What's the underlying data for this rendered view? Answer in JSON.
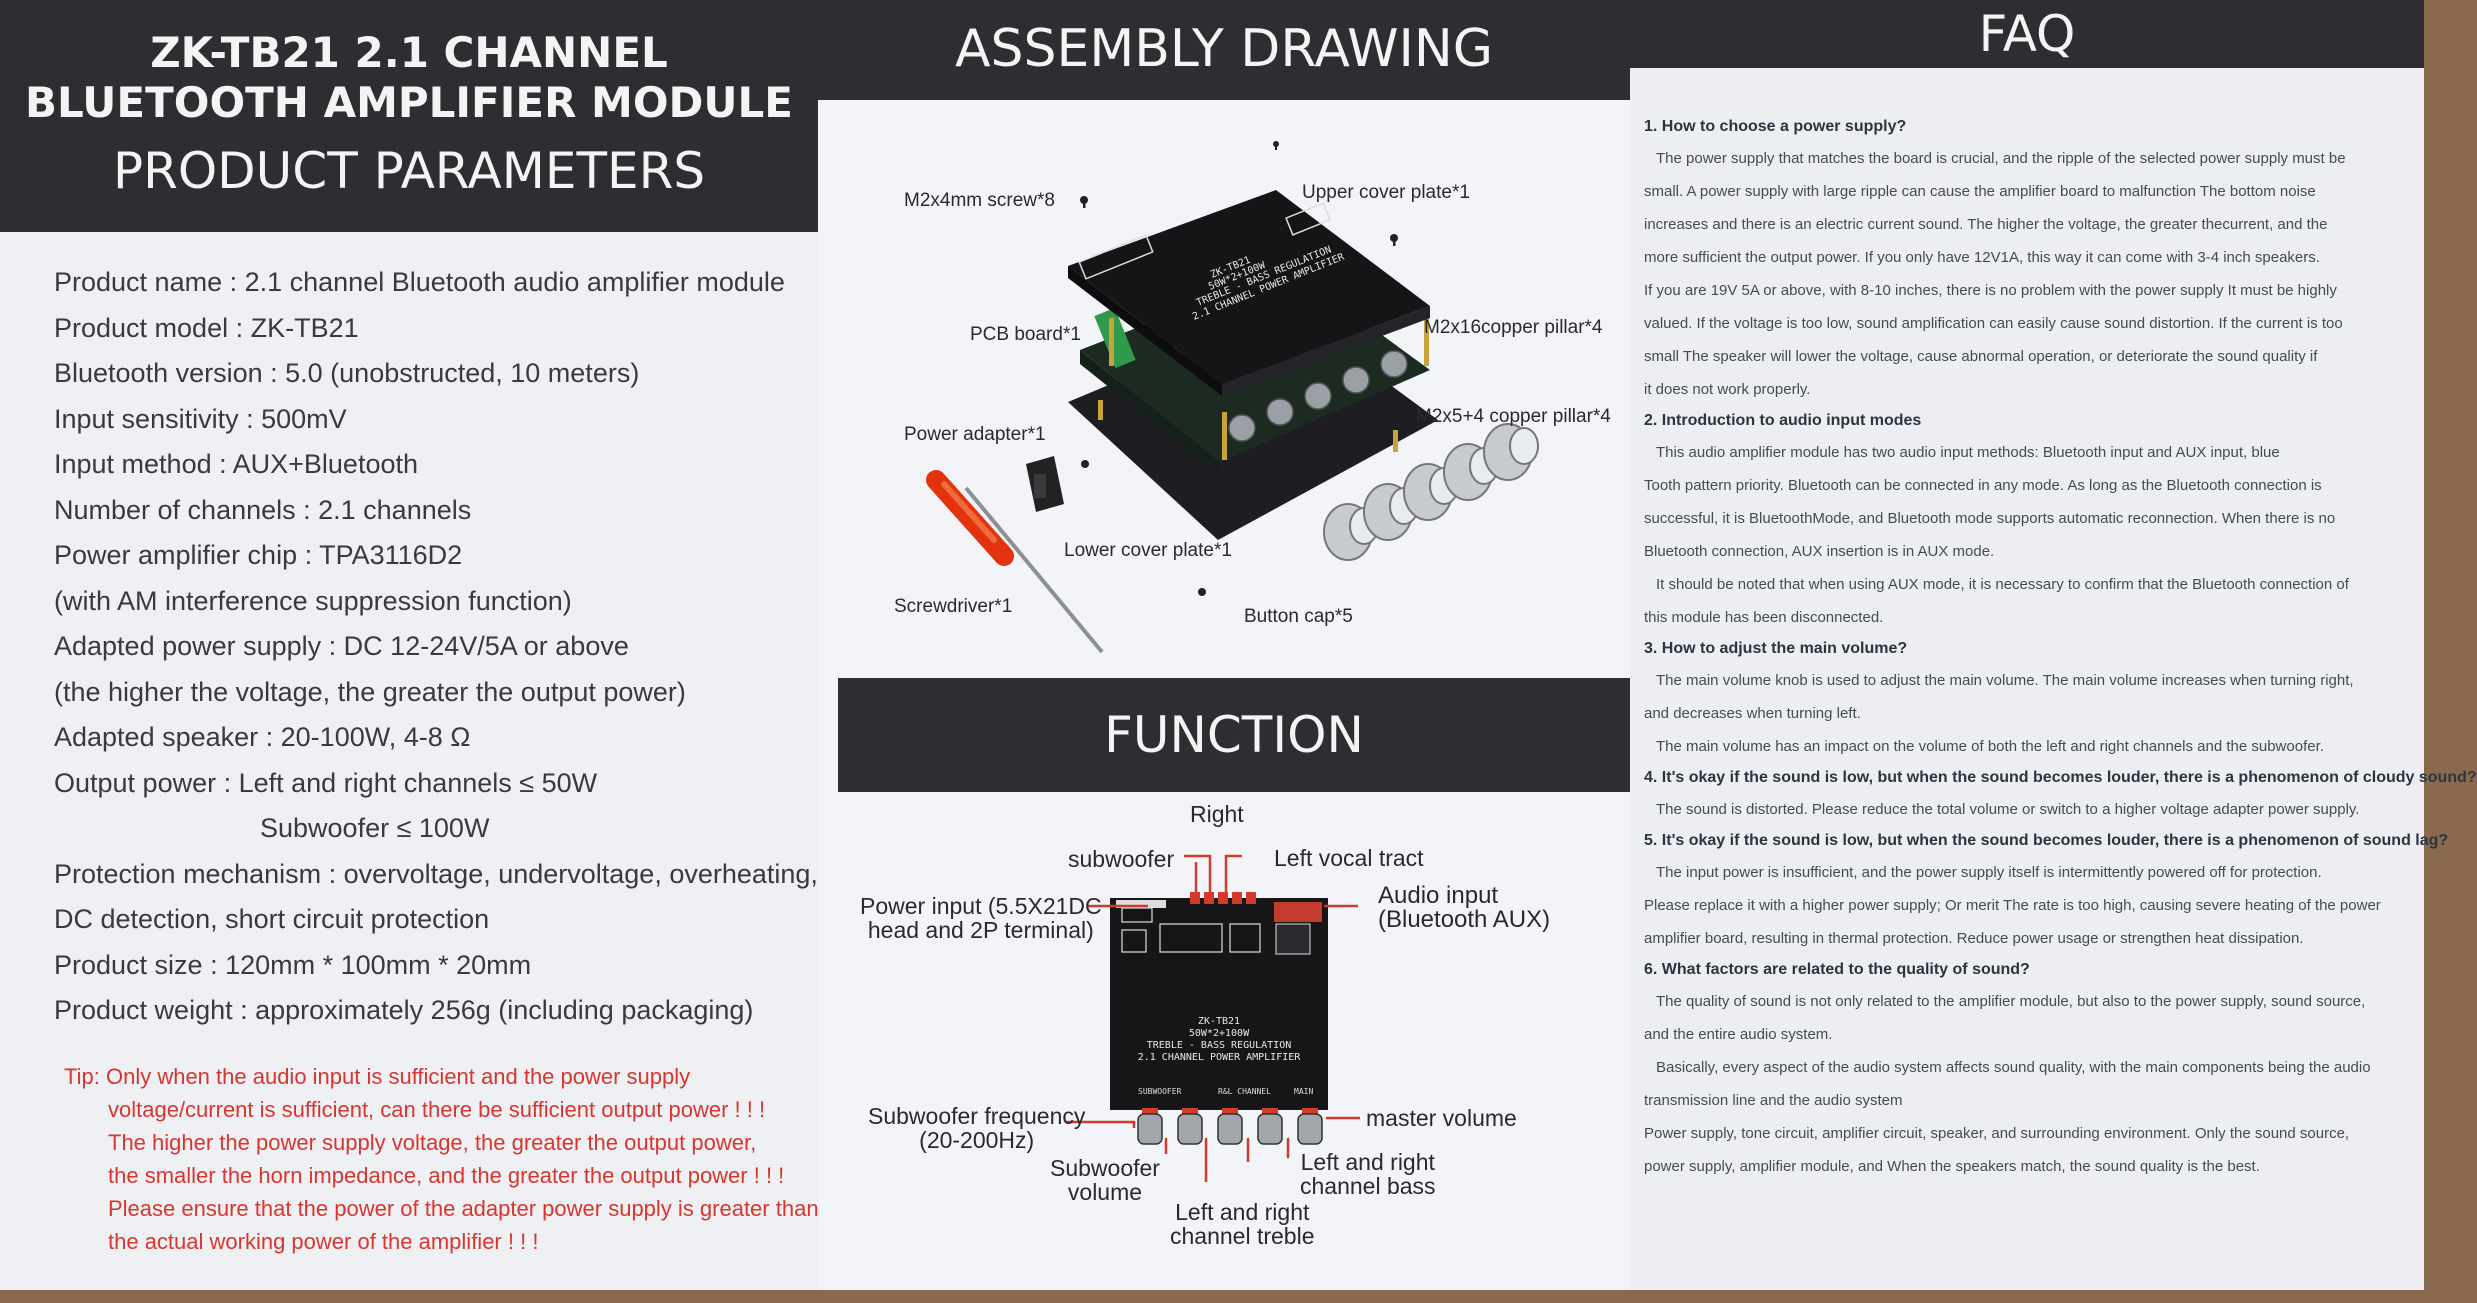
{
  "left_panel": {
    "title_line1": "ZK-TB21 2.1 CHANNEL",
    "title_line2": "BLUETOOTH AMPLIFIER MODULE",
    "title_line3": "PRODUCT PARAMETERS",
    "params": [
      "Product name : 2.1 channel Bluetooth audio amplifier module",
      "Product model : ZK-TB21",
      "Bluetooth version : 5.0 (unobstructed, 10 meters)",
      "Input sensitivity : 500mV",
      "Input method : AUX+Bluetooth",
      "Number of channels : 2.1 channels",
      "Power amplifier chip : TPA3116D2",
      "(with AM interference suppression function)",
      "Adapted power supply : DC 12-24V/5A or above",
      "(the higher the voltage, the greater the output power)",
      "Adapted speaker : 20-100W, 4-8 Ω",
      "Output power : Left and right channels ≤ 50W",
      "Subwoofer ≤ 100W",
      "Protection mechanism : overvoltage, undervoltage, overheating,",
      "DC detection, short circuit protection",
      "Product size : 120mm * 100mm * 20mm",
      "Product weight : approximately 256g (including packaging)"
    ],
    "tip": [
      "Tip: Only when the audio input is sufficient and the power supply",
      "voltage/current is sufficient, can there be sufficient output power ! ! !",
      "The higher the power supply voltage, the greater the output power,",
      "the smaller the horn impedance, and the greater the output power ! ! !",
      "Please ensure that the power of the adapter power supply is greater than",
      "the actual working power of the amplifier ! ! !"
    ]
  },
  "middle_panel": {
    "assembly_title": "ASSEMBLY DRAWING",
    "assembly_labels": {
      "screw": "M2x4mm screw*8",
      "upper_plate": "Upper cover plate*1",
      "pcb": "PCB board*1",
      "copper16": "M2x16copper pillar*4",
      "adapter": "Power adapter*1",
      "copper5": "M2x5+4 copper pillar*4",
      "lower_plate": "Lower cover plate*1",
      "screwdriver": "Screwdriver*1",
      "button_cap": "Button cap*5"
    },
    "function_title": "FUNCTION",
    "function_labels": {
      "right": "Right",
      "subwoofer": "subwoofer",
      "left_vocal": "Left vocal tract",
      "power_input_1": "Power input (5.5X21DC",
      "power_input_2": "head and 2P terminal)",
      "audio_input_1": "Audio input",
      "audio_input_2": "(Bluetooth AUX)",
      "sub_freq_1": "Subwoofer frequency",
      "sub_freq_2": "(20-200Hz)",
      "master_volume": "master volume",
      "sub_volume_1": "Subwoofer",
      "sub_volume_2": "volume",
      "lr_bass_1": "Left and right",
      "lr_bass_2": "channel bass",
      "lr_treble_1": "Left and right",
      "lr_treble_2": "channel treble"
    },
    "board_text": {
      "model": "ZK-TB21",
      "power": "50W*2+100W",
      "regulation": "TREBLE - BASS REGULATION",
      "amp": "2.1 CHANNEL POWER AMPLIFIER",
      "spec": "50W*2+100W",
      "knob_sub": "SUBWOOFER",
      "knob_lr": "R&L CHANNEL",
      "knob_main": "MAIN"
    }
  },
  "right_panel": {
    "title": "FAQ",
    "faq": [
      {
        "t": "q",
        "text": "1. How to choose a power supply?"
      },
      {
        "t": "ai",
        "text": "The power supply that matches the board is crucial, and the ripple of the selected power supply must be"
      },
      {
        "t": "a",
        "text": "small. A power supply with large ripple can cause the amplifier board to malfunction The bottom noise"
      },
      {
        "t": "a",
        "text": "increases and there is an electric current sound. The higher the voltage, the greater thecurrent, and the"
      },
      {
        "t": "a",
        "text": "more sufficient the output power. If you only have 12V1A, this way it can come with 3-4 inch speakers."
      },
      {
        "t": "a",
        "text": "If you are 19V 5A or above, with 8-10 inches, there is no problem with the power supply It must be highly"
      },
      {
        "t": "a",
        "text": "valued. If the voltage is too low, sound amplification can easily cause sound distortion. If the current is too"
      },
      {
        "t": "a",
        "text": "small The speaker will lower the voltage, cause abnormal operation, or deteriorate the sound quality if"
      },
      {
        "t": "a",
        "text": "it does not work properly."
      },
      {
        "t": "q",
        "text": "2. Introduction to audio input modes"
      },
      {
        "t": "ai",
        "text": "This audio amplifier module has two audio input methods: Bluetooth input and AUX input, blue"
      },
      {
        "t": "a",
        "text": "Tooth pattern priority. Bluetooth can be connected in any mode. As long as the Bluetooth connection is"
      },
      {
        "t": "a",
        "text": "successful, it is BluetoothMode, and Bluetooth mode supports automatic reconnection. When there is no"
      },
      {
        "t": "a",
        "text": "Bluetooth connection, AUX insertion is in AUX mode."
      },
      {
        "t": "ai",
        "text": "It should be noted that when using AUX mode, it is necessary to confirm that the Bluetooth connection of"
      },
      {
        "t": "a",
        "text": "this module has been disconnected."
      },
      {
        "t": "q",
        "text": "3. How to adjust the main volume?"
      },
      {
        "t": "ai",
        "text": "The main volume knob is used to adjust the main volume. The main volume increases when turning right,"
      },
      {
        "t": "a",
        "text": "and decreases when turning left."
      },
      {
        "t": "ai",
        "text": "The main volume has an impact on the volume of both the left and right channels and the subwoofer."
      },
      {
        "t": "q",
        "text": "4. It's okay if the sound is low, but when the sound becomes louder, there is a phenomenon of cloudy sound?"
      },
      {
        "t": "ai",
        "text": "The sound is distorted. Please reduce the total volume or switch to a higher voltage adapter power supply."
      },
      {
        "t": "q",
        "text": "5. It's okay if the sound is low, but when the sound becomes louder, there is a phenomenon of sound lag?"
      },
      {
        "t": "ai",
        "text": "The input power is insufficient, and the power supply itself is intermittently powered off for protection."
      },
      {
        "t": "a",
        "text": "Please replace it with a higher power supply; Or merit The rate is too high, causing severe heating of the power"
      },
      {
        "t": "a",
        "text": "amplifier board, resulting in thermal protection. Reduce power usage or strengthen heat dissipation."
      },
      {
        "t": "q",
        "text": "6. What factors are related to the quality of sound?"
      },
      {
        "t": "ai",
        "text": "The quality of sound is not only related to the amplifier module, but also to the power supply, sound source,"
      },
      {
        "t": "a",
        "text": "and the entire audio system."
      },
      {
        "t": "ai",
        "text": "Basically, every aspect of the audio system affects sound quality, with the main components being the audio"
      },
      {
        "t": "a",
        "text": "transmission line and the audio system"
      },
      {
        "t": "a",
        "text": "Power supply, tone circuit, amplifier circuit, speaker, and surrounding environment. Only the sound source,"
      },
      {
        "t": "a",
        "text": "power supply, amplifier module, and When the speakers match, the sound quality is the best."
      }
    ]
  }
}
